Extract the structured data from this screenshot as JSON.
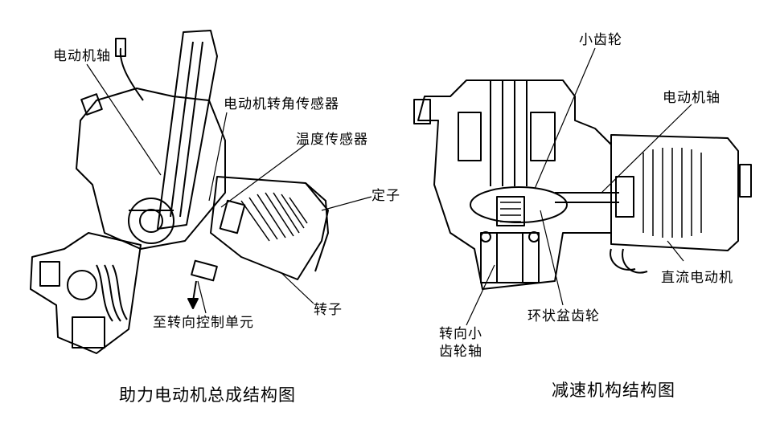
{
  "left_figure": {
    "caption": "助力电动机总成结构图",
    "labels": {
      "motor_shaft": "电动机轴",
      "angle_sensor": "电动机转角传感器",
      "temp_sensor": "温度传感器",
      "stator": "定子",
      "rotor": "转子",
      "to_control_unit": "至转向控制单元"
    }
  },
  "right_figure": {
    "caption": "减速机构结构图",
    "labels": {
      "small_gear": "小齿轮",
      "motor_shaft": "电动机轴",
      "dc_motor": "直流电动机",
      "ring_bevel_gear": "环状盆齿轮",
      "steering_pinion_line1": "转向小",
      "steering_pinion_line2": "齿轮轴"
    }
  }
}
